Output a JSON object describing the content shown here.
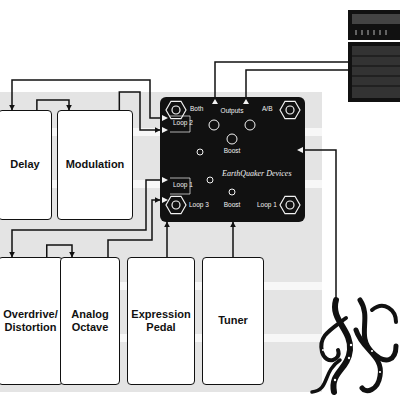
{
  "diagram": {
    "nodes": [
      {
        "text": [
          "Delay"
        ]
      },
      {
        "text": [
          "Modulation"
        ]
      },
      {
        "text": [
          "EarthQuaker Devices"
        ]
      },
      {
        "text": [
          "Overdrive/ Distortion"
        ]
      },
      {
        "text": [
          "Analog Octave"
        ]
      },
      {
        "text": [
          "Expression Pedal"
        ]
      },
      {
        "text": [
          "Tuner"
        ]
      }
    ],
    "edges": [
      {
        "from": 0,
        "to": 1,
        "arrow": "to"
      },
      {
        "from": 1,
        "to": 2,
        "arrow": "to"
      },
      {
        "from": 2,
        "to": 0,
        "arrow": "to"
      },
      {
        "from": 3,
        "to": 4,
        "arrow": "to"
      },
      {
        "from": 4,
        "to": 2,
        "arrow": "to"
      },
      {
        "from": 2,
        "to": 3,
        "arrow": "to"
      },
      {
        "from": 5,
        "to": 2,
        "arrow": "to"
      },
      {
        "from": 6,
        "to": 2,
        "arrow": "to"
      }
    ],
    "labels": [
      "Both",
      "A/B",
      "Outputs",
      "Boost",
      "Loop 2",
      "Loop 1",
      "Loop 3",
      "Boost",
      "Loop 1"
    ]
  }
}
